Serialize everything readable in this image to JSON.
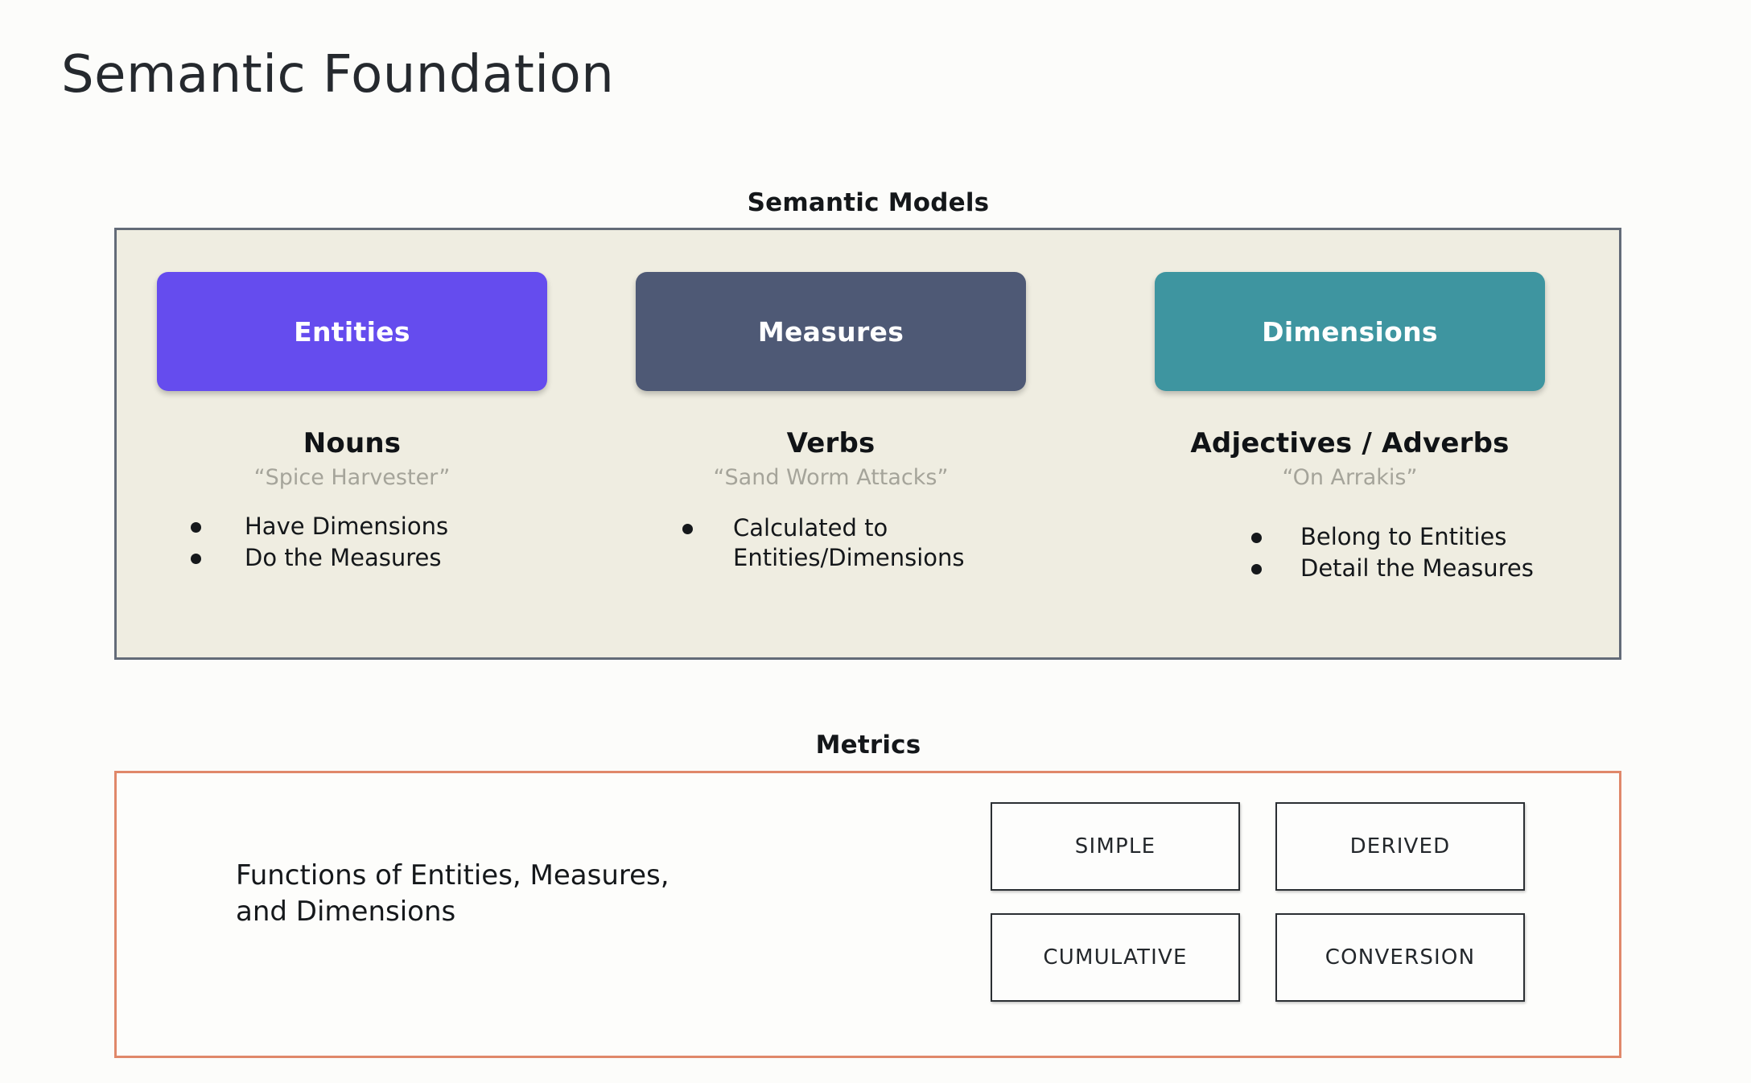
{
  "page": {
    "title": "Semantic Foundation",
    "background_color": "#fcfcfa"
  },
  "semantic_models": {
    "header": "Semantic Models",
    "panel_background": "#efede1",
    "panel_border_color": "#636b78",
    "columns": [
      {
        "box_label": "Entities",
        "box_color": "#654cee",
        "heading": "Nouns",
        "example": "“Spice Harvester”",
        "bullets": [
          "Have Dimensions",
          "Do the Measures"
        ]
      },
      {
        "box_label": "Measures",
        "box_color": "#4e5975",
        "heading": "Verbs",
        "example": "“Sand Worm Attacks”",
        "bullets": [
          "Calculated to\nEntities/Dimensions"
        ]
      },
      {
        "box_label": "Dimensions",
        "box_color": "#3e95a0",
        "heading": "Adjectives / Adverbs",
        "example": "“On Arrakis”",
        "bullets": [
          "Belong to Entities",
          "Detail the Measures"
        ]
      }
    ]
  },
  "metrics": {
    "header": "Metrics",
    "panel_border_color": "#e0886a",
    "description": "Functions of Entities, Measures,\nand Dimensions",
    "types": [
      "SIMPLE",
      "DERIVED",
      "CUMULATIVE",
      "CONVERSION"
    ]
  }
}
